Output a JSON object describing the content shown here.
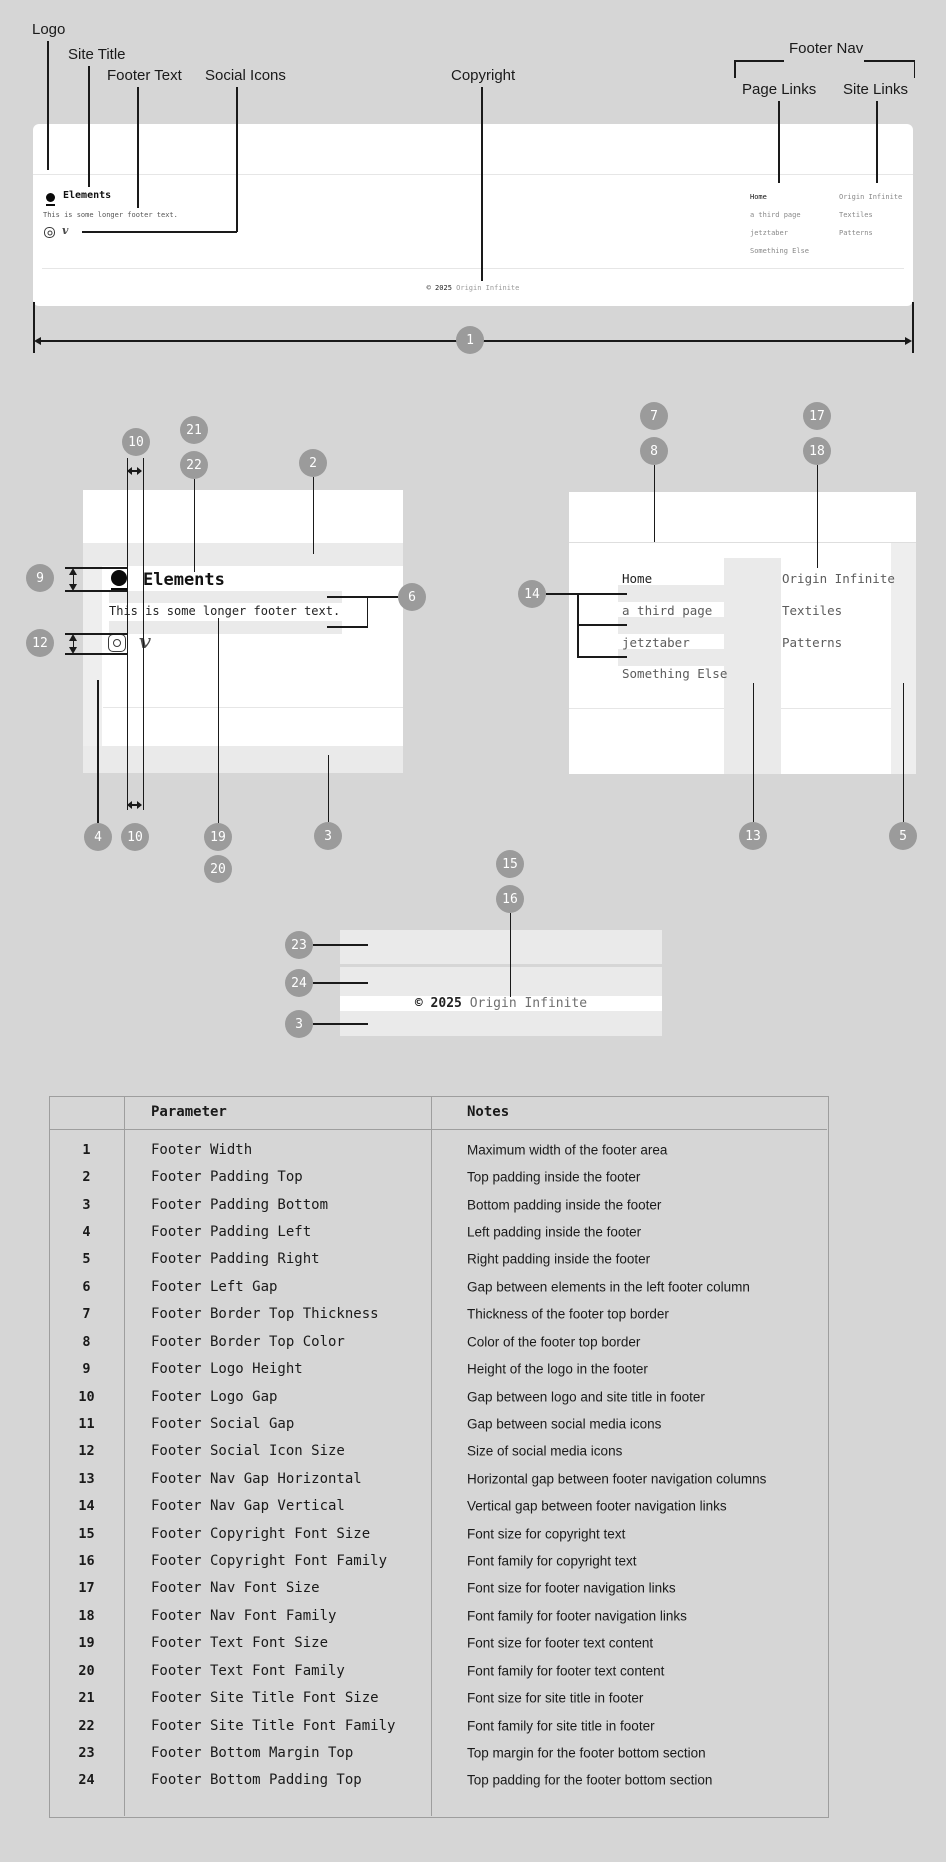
{
  "labels": {
    "logo": "Logo",
    "site_title": "Site Title",
    "footer_text": "Footer Text",
    "social_icons": "Social Icons",
    "copyright": "Copyright",
    "footer_nav": "Footer Nav",
    "page_links": "Page Links",
    "site_links": "Site Links"
  },
  "preview": {
    "site_title": "Elements",
    "footer_text": "This is some longer footer text.",
    "social_icons": [
      "instagram-icon",
      "vimeo-icon"
    ],
    "page_links": [
      "Home",
      "a third page",
      "jetztaber",
      "Something Else"
    ],
    "site_links": [
      "Origin Infinite",
      "Textiles",
      "Patterns"
    ],
    "copyright_prefix": "© 2025",
    "copyright_owner": "Origin Infinite"
  },
  "badge_labels": {
    "1": "1",
    "2": "2",
    "3": "3",
    "4": "4",
    "5": "5",
    "6": "6",
    "7": "7",
    "8": "8",
    "9": "9",
    "10": "10",
    "12": "12",
    "13": "13",
    "14": "14",
    "15": "15",
    "16": "16",
    "17": "17",
    "18": "18",
    "19": "19",
    "20": "20",
    "21": "21",
    "22": "22",
    "23": "23",
    "24": "24"
  },
  "colors": {
    "page_bg": "#d6d6d6",
    "card_bg": "#ffffff",
    "highlight_band": "#eaeaea",
    "badge_bg": "#9b9b9b",
    "annotation_line": "#1a1a1a",
    "muted_text": "#6f6f6f"
  },
  "table": {
    "headers": {
      "param": "Parameter",
      "notes": "Notes"
    },
    "rows": [
      {
        "num": "1",
        "param": "Footer Width",
        "note": "Maximum width of the footer area"
      },
      {
        "num": "2",
        "param": "Footer Padding Top",
        "note": "Top padding inside the footer"
      },
      {
        "num": "3",
        "param": "Footer Padding Bottom",
        "note": "Bottom padding inside the footer"
      },
      {
        "num": "4",
        "param": "Footer Padding Left",
        "note": "Left padding inside the footer"
      },
      {
        "num": "5",
        "param": "Footer Padding Right",
        "note": "Right padding inside the footer"
      },
      {
        "num": "6",
        "param": "Footer Left Gap",
        "note": "Gap between elements in the left footer column"
      },
      {
        "num": "7",
        "param": "Footer Border Top Thickness",
        "note": "Thickness of the footer top border"
      },
      {
        "num": "8",
        "param": "Footer Border Top Color",
        "note": "Color of the footer top border"
      },
      {
        "num": "9",
        "param": "Footer Logo Height",
        "note": "Height of the logo in the footer"
      },
      {
        "num": "10",
        "param": "Footer Logo Gap",
        "note": "Gap between logo and site title in footer"
      },
      {
        "num": "11",
        "param": "Footer Social Gap",
        "note": "Gap between social media icons"
      },
      {
        "num": "12",
        "param": "Footer Social Icon Size",
        "note": "Size of social media icons"
      },
      {
        "num": "13",
        "param": "Footer Nav Gap Horizontal",
        "note": "Horizontal gap between footer navigation columns"
      },
      {
        "num": "14",
        "param": "Footer Nav Gap Vertical",
        "note": "Vertical gap between footer navigation links"
      },
      {
        "num": "15",
        "param": "Footer Copyright Font Size",
        "note": "Font size for copyright text"
      },
      {
        "num": "16",
        "param": "Footer Copyright Font Family",
        "note": "Font family for copyright text"
      },
      {
        "num": "17",
        "param": "Footer Nav Font Size",
        "note": "Font size for footer navigation links"
      },
      {
        "num": "18",
        "param": "Footer Nav Font Family",
        "note": "Font family for footer navigation links"
      },
      {
        "num": "19",
        "param": "Footer Text Font Size",
        "note": "Font size for footer text content"
      },
      {
        "num": "20",
        "param": "Footer Text Font Family",
        "note": "Font family for footer text content"
      },
      {
        "num": "21",
        "param": "Footer Site Title Font Size",
        "note": "Font size for site title in footer"
      },
      {
        "num": "22",
        "param": "Footer Site Title Font Family",
        "note": "Font family for site title in footer"
      },
      {
        "num": "23",
        "param": "Footer Bottom Margin Top",
        "note": "Top margin for the footer bottom section"
      },
      {
        "num": "24",
        "param": "Footer Bottom Padding Top",
        "note": "Top padding for the footer bottom section"
      }
    ]
  }
}
